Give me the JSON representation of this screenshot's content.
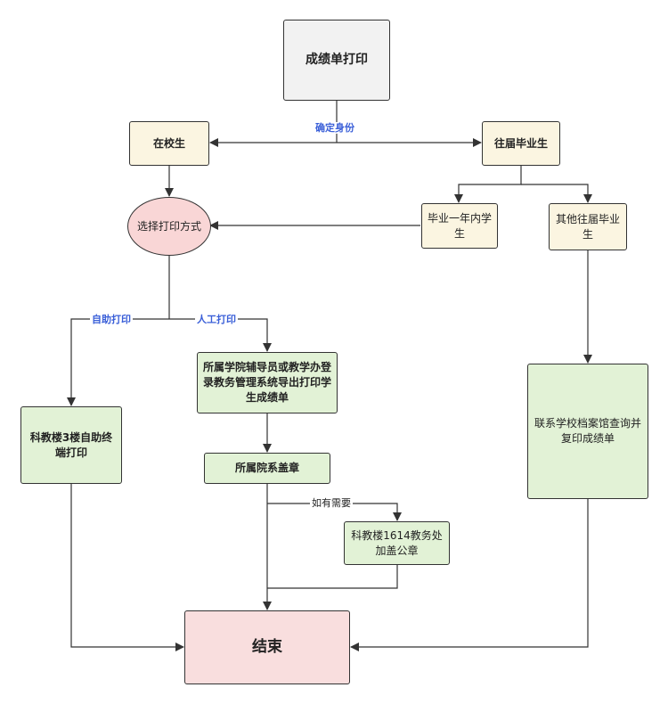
{
  "nodes": {
    "start": "成绩单打印",
    "current_student": "在校生",
    "graduate": "往届毕业生",
    "grad_within_year": "毕业一年内学生",
    "other_grad": "其他往届毕业生",
    "choose_method": "选择打印方式",
    "college_staff_print": "所属学院辅导员或教学办登录教务管理系统导出打印学生成绩单",
    "self_service_print": "科教楼3楼自助终端打印",
    "college_stamp": "所属院系盖章",
    "office_stamp": "科教楼1614教务处加盖公章",
    "archive_query": "联系学校档案馆查询并复印成绩单",
    "end": "结束"
  },
  "edge_labels": {
    "confirm_identity": "确定身份",
    "self_service": "自助打印",
    "manual": "人工打印",
    "if_needed": "如有需要"
  },
  "colors": {
    "start_fill": "#f2f2f2",
    "identity_fill": "#fbf5e1",
    "process_fill": "#e2f2d6",
    "end_fill": "#f9dede",
    "label_blue": "#3a5fd8"
  }
}
